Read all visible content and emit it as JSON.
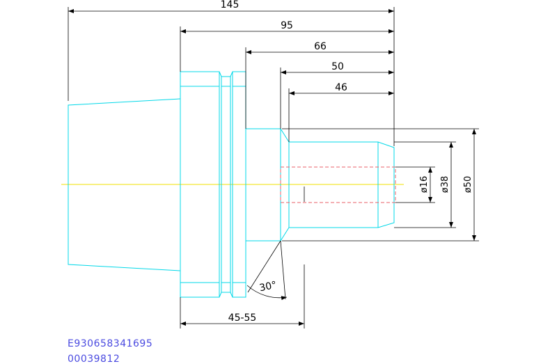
{
  "dimensions": {
    "overall_length": "145",
    "flange_to_end": "95",
    "body_length": "66",
    "nose_length": "50",
    "bore_length": "46",
    "bore_diameter": "ø16",
    "nose_diameter": "ø38",
    "outer_diameter": "ø50",
    "chamfer_angle": "30°",
    "gauge_range": "45-55"
  },
  "codes": {
    "line1": "E930658341695",
    "line2": "00039812"
  },
  "colors": {
    "part_outline": "#00d8e8",
    "dimension": "#000000",
    "hidden_bore": "#e8606a",
    "center_axis": "#f0e000",
    "code_text": "#4a4ae0"
  }
}
